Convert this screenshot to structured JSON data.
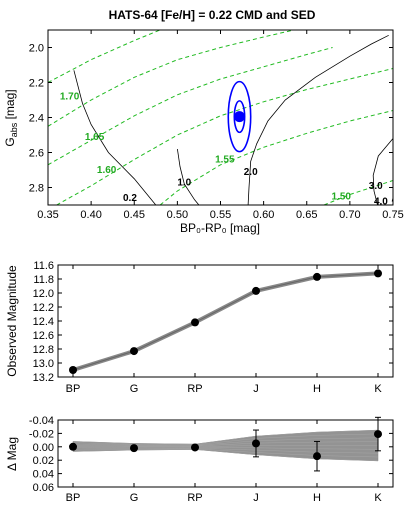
{
  "figure": {
    "title": "HATS-64 [Fe/H] = 0.22 CMD and SED"
  },
  "chart_data": [
    {
      "type": "scatter",
      "panel": "cmd",
      "xlabel": "BP₀-RP₀ [mag]",
      "ylabel": "G_abs [mag]",
      "xlim": [
        0.35,
        0.75
      ],
      "ylim": [
        2.9,
        1.9
      ],
      "y_inverted": true,
      "x_ticks": [
        "0.35",
        "0.40",
        "0.45",
        "0.50",
        "0.55",
        "0.60",
        "0.65",
        "0.70",
        "0.75"
      ],
      "y_ticks": [
        "2.0",
        "2.2",
        "2.4",
        "2.6",
        "2.8"
      ],
      "star": {
        "x": 0.572,
        "y": 2.395
      },
      "error_ellipses": [
        {
          "dx": 0.006,
          "dy": 0.09
        },
        {
          "dx": 0.013,
          "dy": 0.2
        }
      ],
      "isochrones": [
        {
          "label": "0.2",
          "points": [
            [
              0.38,
              2.13
            ],
            [
              0.39,
              2.32
            ],
            [
              0.4,
              2.44
            ],
            [
              0.42,
              2.6
            ],
            [
              0.45,
              2.75
            ],
            [
              0.475,
              2.9
            ]
          ],
          "label_at": [
            0.445,
            2.86
          ]
        },
        {
          "label": "1.0",
          "points": [
            [
              0.5,
              2.58
            ],
            [
              0.503,
              2.68
            ],
            [
              0.508,
              2.78
            ],
            [
              0.52,
              2.87
            ],
            [
              0.525,
              2.9
            ]
          ],
          "label_at": [
            0.508,
            2.77
          ]
        },
        {
          "label": "2.0",
          "points": [
            [
              0.582,
              2.9
            ],
            [
              0.583,
              2.8
            ],
            [
              0.585,
              2.65
            ],
            [
              0.592,
              2.55
            ],
            [
              0.605,
              2.42
            ],
            [
              0.625,
              2.3
            ],
            [
              0.66,
              2.17
            ],
            [
              0.7,
              2.05
            ],
            [
              0.725,
              1.98
            ],
            [
              0.745,
              1.93
            ]
          ],
          "label_at": [
            0.585,
            2.71
          ]
        },
        {
          "label": "3.0",
          "points": [
            [
              0.732,
              2.9
            ],
            [
              0.728,
              2.82
            ],
            [
              0.727,
              2.73
            ],
            [
              0.733,
              2.62
            ],
            [
              0.75,
              2.52
            ]
          ],
          "label_at": [
            0.73,
            2.79
          ]
        },
        {
          "label": "4.0",
          "points": [
            [
              0.749,
              2.88
            ],
            [
              0.75,
              2.86
            ]
          ],
          "label_at": [
            0.736,
            2.88
          ]
        }
      ],
      "mass_tracks": [
        {
          "label": "1.70",
          "points": [
            [
              0.35,
              2.45
            ],
            [
              0.4,
              2.3
            ],
            [
              0.45,
              2.17
            ],
            [
              0.5,
              2.07
            ],
            [
              0.55,
              2.0
            ],
            [
              0.6,
              1.94
            ],
            [
              0.635,
              1.9
            ]
          ],
          "label_at": [
            0.375,
            2.28
          ]
        },
        {
          "label": "1.65",
          "points": [
            [
              0.35,
              2.67
            ],
            [
              0.4,
              2.53
            ],
            [
              0.45,
              2.39
            ],
            [
              0.5,
              2.27
            ],
            [
              0.55,
              2.18
            ],
            [
              0.6,
              2.11
            ],
            [
              0.65,
              2.04
            ],
            [
              0.68,
              2.0
            ]
          ],
          "label_at": [
            0.404,
            2.51
          ]
        },
        {
          "label": "1.60",
          "points": [
            [
              0.36,
              2.9
            ],
            [
              0.4,
              2.79
            ],
            [
              0.45,
              2.64
            ],
            [
              0.5,
              2.5
            ],
            [
              0.55,
              2.39
            ],
            [
              0.6,
              2.31
            ],
            [
              0.65,
              2.24
            ],
            [
              0.7,
              2.18
            ],
            [
              0.75,
              2.12
            ]
          ],
          "label_at": [
            0.418,
            2.7
          ]
        },
        {
          "label": "1.55",
          "points": [
            [
              0.48,
              2.9
            ],
            [
              0.5,
              2.82
            ],
            [
              0.55,
              2.67
            ],
            [
              0.6,
              2.57
            ],
            [
              0.65,
              2.49
            ],
            [
              0.7,
              2.42
            ],
            [
              0.75,
              2.36
            ]
          ],
          "label_at": [
            0.555,
            2.64
          ]
        },
        {
          "label": "1.50",
          "points": [
            [
              0.67,
              2.9
            ],
            [
              0.7,
              2.84
            ],
            [
              0.75,
              2.76
            ]
          ],
          "label_at": [
            0.69,
            2.85
          ]
        },
        {
          "label": "",
          "points": [
            [
              0.35,
              2.2
            ],
            [
              0.4,
              2.07
            ],
            [
              0.45,
              1.96
            ],
            [
              0.48,
              1.9
            ]
          ],
          "label_at": null
        }
      ],
      "colors": {
        "isochrone": "#000000",
        "mass_track": "#22bb22",
        "star": "#0000ff"
      }
    },
    {
      "type": "line",
      "panel": "sed",
      "ylabel": "Observed Magnitude",
      "categories": [
        "BP",
        "G",
        "RP",
        "J",
        "H",
        "K"
      ],
      "ylim": [
        13.2,
        11.6
      ],
      "y_inverted": true,
      "y_ticks": [
        "11.6",
        "11.8",
        "12.0",
        "12.2",
        "12.4",
        "12.6",
        "12.8",
        "13.0",
        "13.2"
      ],
      "values": [
        13.1,
        12.83,
        12.42,
        11.97,
        11.77,
        11.72
      ],
      "colors": {
        "model": "#888888",
        "points": "#000000"
      }
    },
    {
      "type": "scatter",
      "panel": "residuals",
      "ylabel": "Δ Mag",
      "categories": [
        "BP",
        "G",
        "RP",
        "J",
        "H",
        "K"
      ],
      "ylim": [
        0.06,
        -0.04
      ],
      "y_inverted": true,
      "y_ticks": [
        "-0.04",
        "-0.02",
        "0.00",
        "0.02",
        "0.04",
        "0.06"
      ],
      "values": [
        0.0,
        0.002,
        0.001,
        -0.005,
        0.014,
        -0.019
      ],
      "errors": [
        0.0,
        0.0,
        0.0,
        0.02,
        0.022,
        0.025
      ],
      "model_band": {
        "lower": [
          -0.008,
          -0.005,
          -0.004,
          -0.016,
          -0.022,
          -0.025
        ],
        "upper": [
          0.007,
          0.005,
          0.004,
          0.012,
          0.018,
          0.021
        ]
      },
      "colors": {
        "model": "#888888",
        "points": "#000000"
      }
    }
  ]
}
